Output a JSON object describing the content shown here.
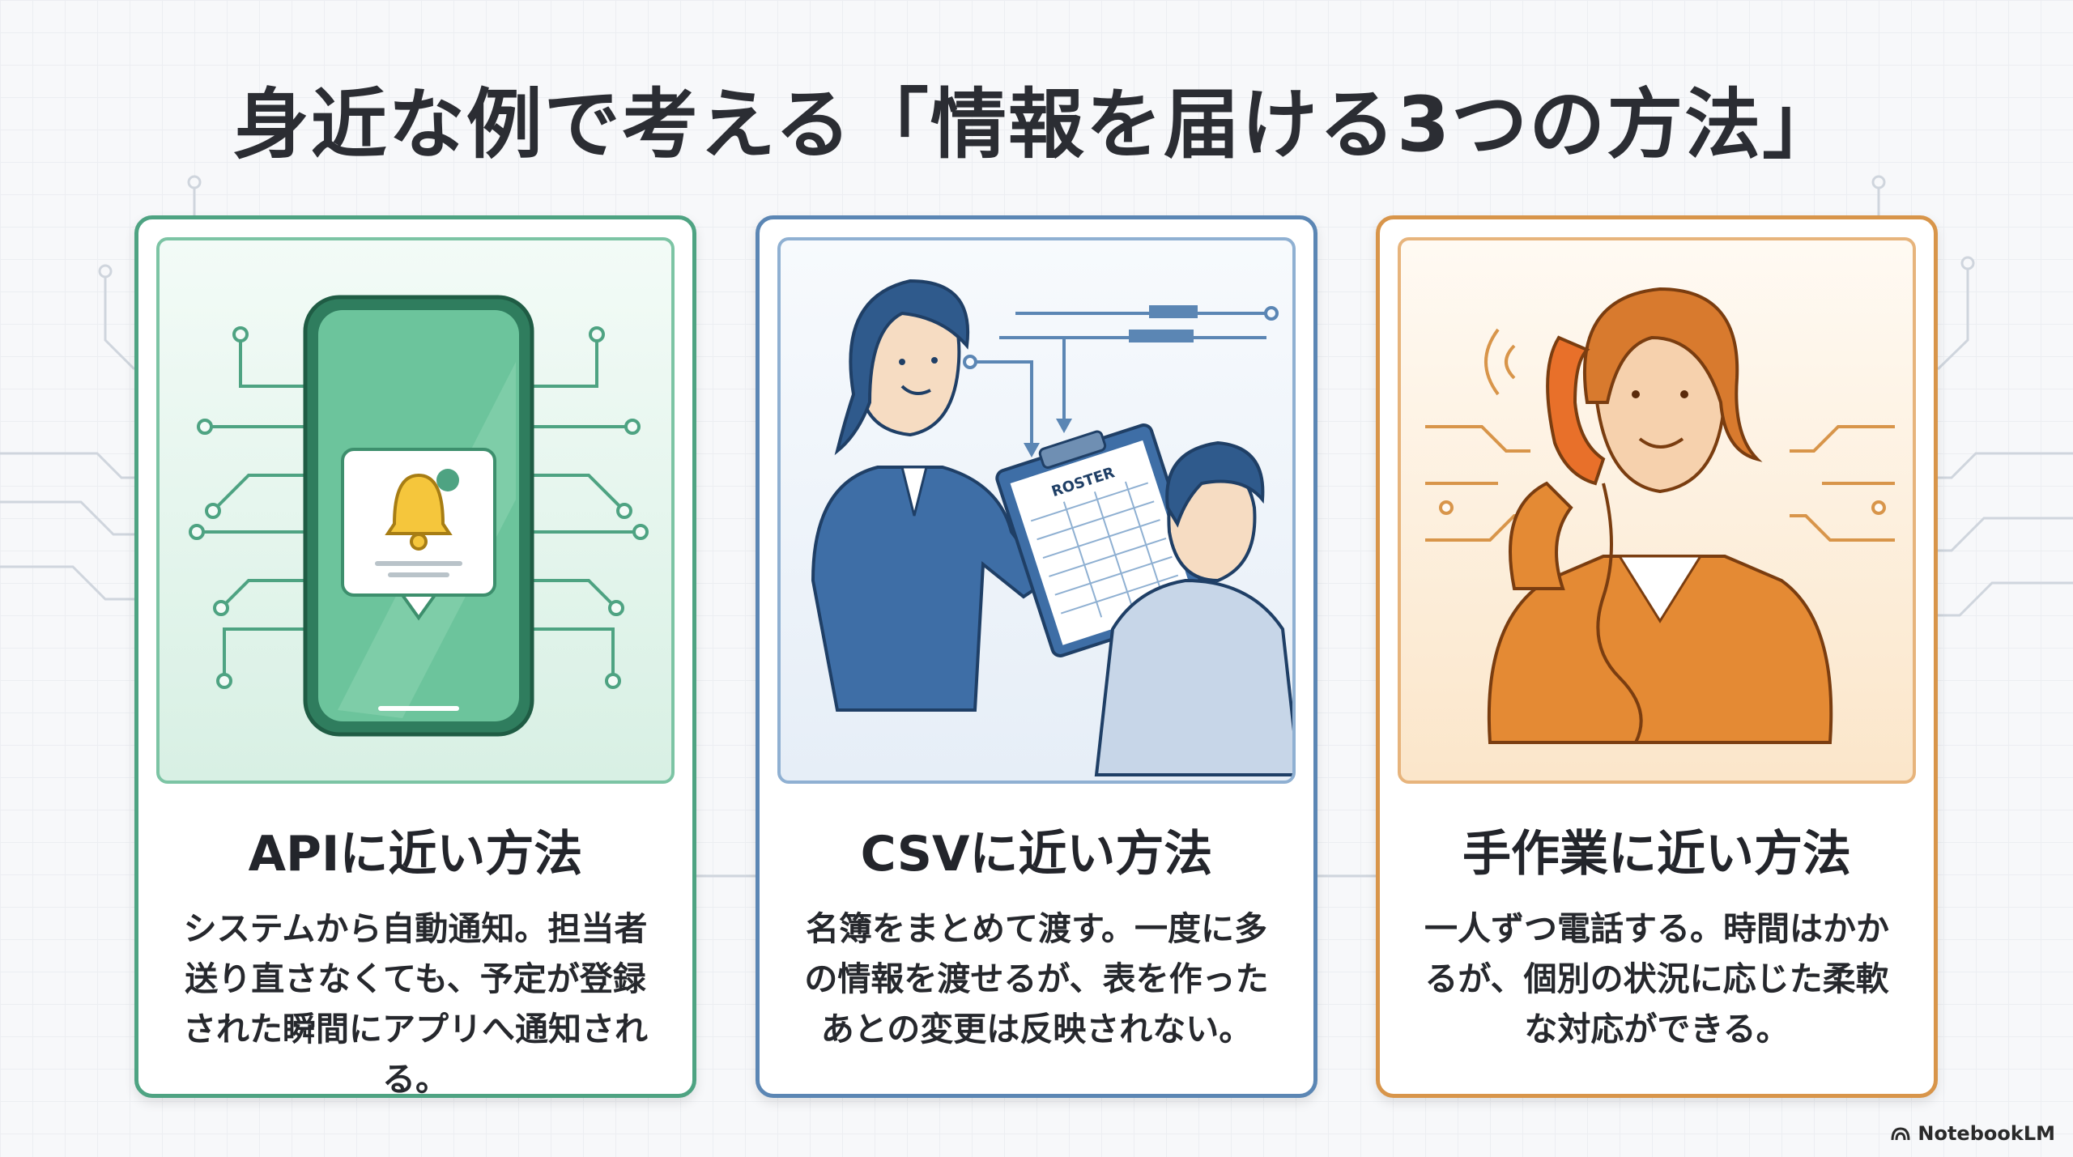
{
  "title": "身近な例で考える「情報を届ける3つの方法」",
  "cards": [
    {
      "theme": "green",
      "accent": "#4ea382",
      "illustration_icon": "smartphone-bell-icon",
      "title": "APIに近い方法",
      "desc": "システムから自動通知。担当者送り直さなくても、予定が登録された瞬間にアプリへ通知される。"
    },
    {
      "theme": "blue",
      "accent": "#5b86b4",
      "illustration_icon": "roster-handover-icon",
      "roster_label": "ROSTER",
      "title": "CSVに近い方法",
      "desc": "名簿をまとめて渡す。一度に多の情報を渡せるが、表を作ったあとの変更は反映されない。"
    },
    {
      "theme": "orange",
      "accent": "#d8954a",
      "illustration_icon": "phone-call-icon",
      "title": "手作業に近い方法",
      "desc": "一人ずつ電話する。時間はかかるが、個別の状況に応じた柔軟な対応ができる。"
    }
  ],
  "brand": "NotebookLM"
}
